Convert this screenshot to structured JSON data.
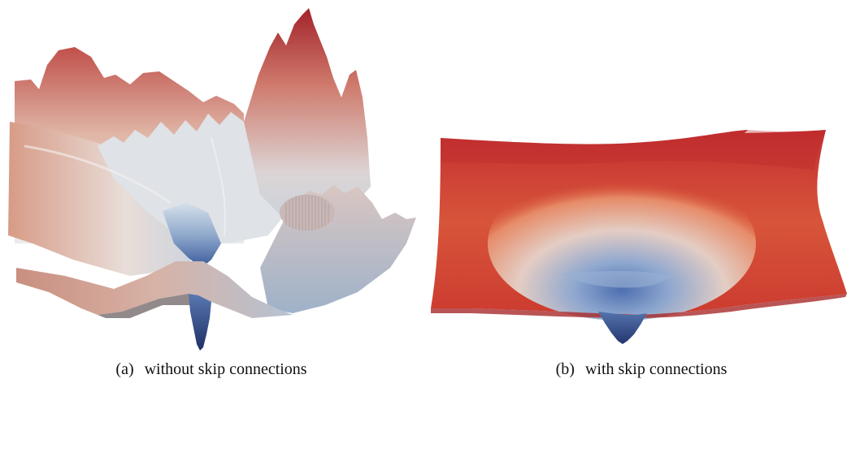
{
  "figure": {
    "panels": [
      {
        "tag": "(a)",
        "caption": "without skip connections"
      },
      {
        "tag": "(b)",
        "caption": "with skip connections"
      }
    ]
  },
  "colors": {
    "high": "#b52a2e",
    "mid": "#e9e6e4",
    "low": "#2c3f7a",
    "surface_b_main": "#d1472f"
  }
}
